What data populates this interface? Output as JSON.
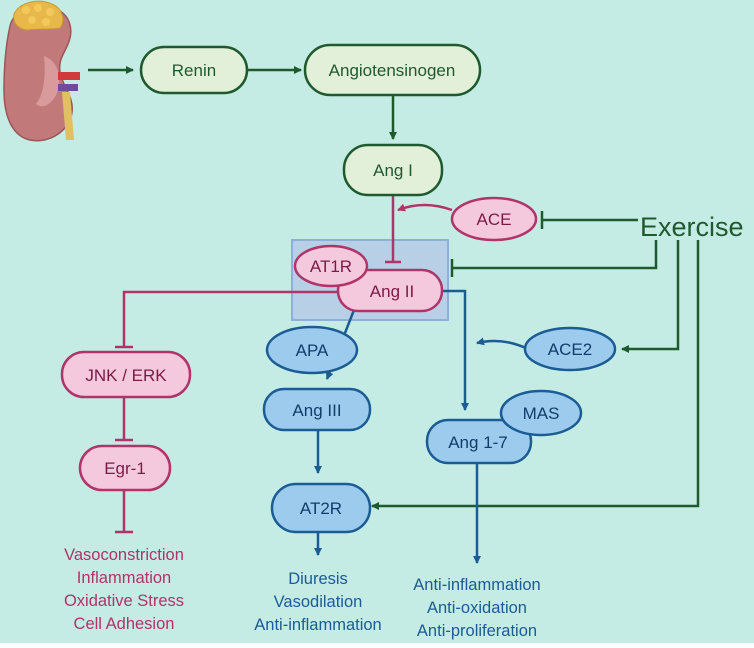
{
  "colors": {
    "background": "#c4ebe4",
    "green": "#1e5a2e",
    "green_fill": "#e3f0d9",
    "pink": "#b0336a",
    "pink_fill": "#f5c9dd",
    "pink_text": "#7a1a45",
    "blue": "#1b5c94",
    "blue_fill": "#9ccbee",
    "blue_text": "#103e6b",
    "highlight_box": "#b8d0e6"
  },
  "icons": {
    "kidney": "kidney-adrenal-icon"
  },
  "nodes": {
    "renin": "Renin",
    "angiotensinogen": "Angiotensinogen",
    "ang1": "Ang I",
    "ace": "ACE",
    "exercise": "Exercise",
    "at1r": "AT1R",
    "ang2": "Ang II",
    "jnk_erk": "JNK / ERK",
    "egr1": "Egr-1",
    "apa": "APA",
    "ang3": "Ang III",
    "at2r": "AT2R",
    "ace2": "ACE2",
    "mas": "MAS",
    "ang17": "Ang 1-7"
  },
  "outcomes": {
    "at1r_path": [
      "Vasoconstriction",
      "Inflammation",
      "Oxidative Stress",
      "Cell Adhesion"
    ],
    "at2r_path": [
      "Diuresis",
      "Vasodilation",
      "Anti-inflammation"
    ],
    "ang17_path": [
      "Anti-inflammation",
      "Anti-oxidation",
      "Anti-proliferation"
    ]
  }
}
